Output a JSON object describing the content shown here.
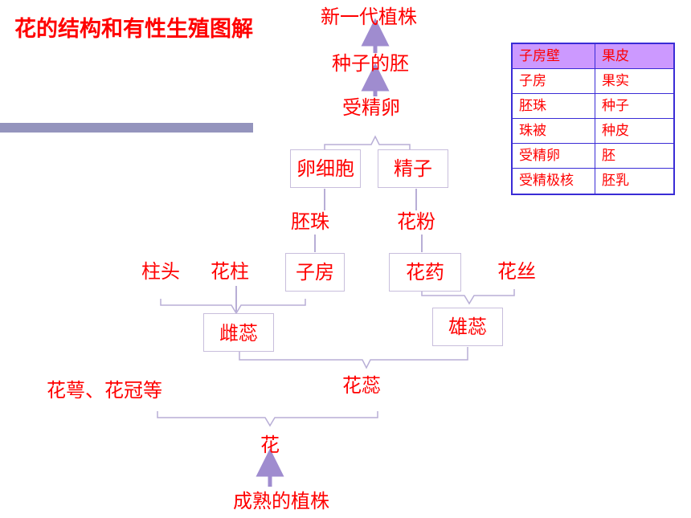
{
  "title": "花的结构和有性生殖图解",
  "nodes": {
    "new_plant": "新一代植株",
    "embryo": "种子的胚",
    "zygote": "受精卵",
    "egg": "卵细胞",
    "sperm": "精子",
    "ovule": "胚珠",
    "pollen": "花粉",
    "stigma": "柱头",
    "style": "花柱",
    "ovary": "子房",
    "anther": "花药",
    "filament": "花丝",
    "pistil": "雌蕊",
    "stamen": "雄蕊",
    "sepal_petal": "花萼、花冠等",
    "stamens_pistils": "花蕊",
    "flower": "花",
    "mature_plant": "成熟的植株"
  },
  "table": {
    "header": [
      "子房壁",
      "果皮"
    ],
    "rows": [
      [
        "子房",
        "果实"
      ],
      [
        "胚珠",
        "种子"
      ],
      [
        "珠被",
        "种皮"
      ],
      [
        "受精卵",
        "胚"
      ],
      [
        "受精极核",
        "胚乳"
      ]
    ]
  },
  "colors": {
    "text": "#ff0000",
    "arrow": "#9f8ccf",
    "bracket": "#b8aed6",
    "table_border": "#3a2cd6",
    "table_header": "#cc99ff",
    "bar": "#9494bd"
  }
}
